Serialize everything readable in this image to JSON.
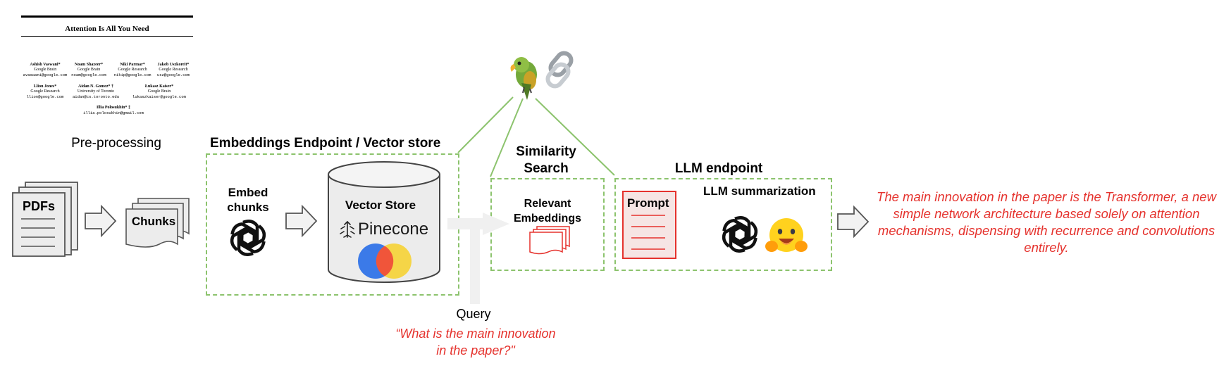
{
  "paper": {
    "title": "Attention Is All You Need",
    "authors": [
      {
        "name": "Ashish Vaswani*",
        "org": "Google Brain",
        "email": "avaswani@google.com"
      },
      {
        "name": "Noam Shazeer*",
        "org": "Google Brain",
        "email": "noam@google.com"
      },
      {
        "name": "Niki Parmar*",
        "org": "Google Research",
        "email": "nikip@google.com"
      },
      {
        "name": "Jakob Uszkoreit*",
        "org": "Google Research",
        "email": "usz@google.com"
      },
      {
        "name": "Llion Jones*",
        "org": "Google Research",
        "email": "llion@google.com"
      },
      {
        "name": "Aidan N. Gomez* †",
        "org": "University of Toronto",
        "email": "aidan@cs.toronto.edu"
      },
      {
        "name": "Łukasz Kaiser*",
        "org": "Google Brain",
        "email": "lukaszkaiser@google.com"
      },
      {
        "name": "Illia Polosukhin* ‡",
        "org": "",
        "email": "illia.polosukhin@gmail.com"
      }
    ]
  },
  "sections": {
    "preprocessing": "Pre-processing",
    "embeddings": "Embeddings Endpoint / Vector store",
    "similarity": "Similarity Search",
    "llm_endpoint": "LLM endpoint"
  },
  "nodes": {
    "pdfs": "PDFs",
    "chunks": "Chunks",
    "embed_chunks": "Embed chunks",
    "vector_store": "Vector Store",
    "pinecone": "Pinecone",
    "relevant_embeddings": "Relevant Embeddings",
    "prompt": "Prompt",
    "llm_summarization": "LLM summarization"
  },
  "query": {
    "label": "Query",
    "text": "“What is the main innovation in the paper?\""
  },
  "answer": "The main innovation in the paper is the Transformer, a new simple network architecture based solely on attention mechanisms, dispensing with recurrence and convolutions entirely.",
  "colors": {
    "accent_red": "#e5322d",
    "dashed_green": "#8cc36d",
    "connector_green": "#8cc36d",
    "arrow_gray": "#f0f0f0"
  },
  "icons": [
    "openai-icon",
    "pinecone-icon",
    "parrot-icon",
    "chain-link-icon",
    "huggingface-icon"
  ]
}
